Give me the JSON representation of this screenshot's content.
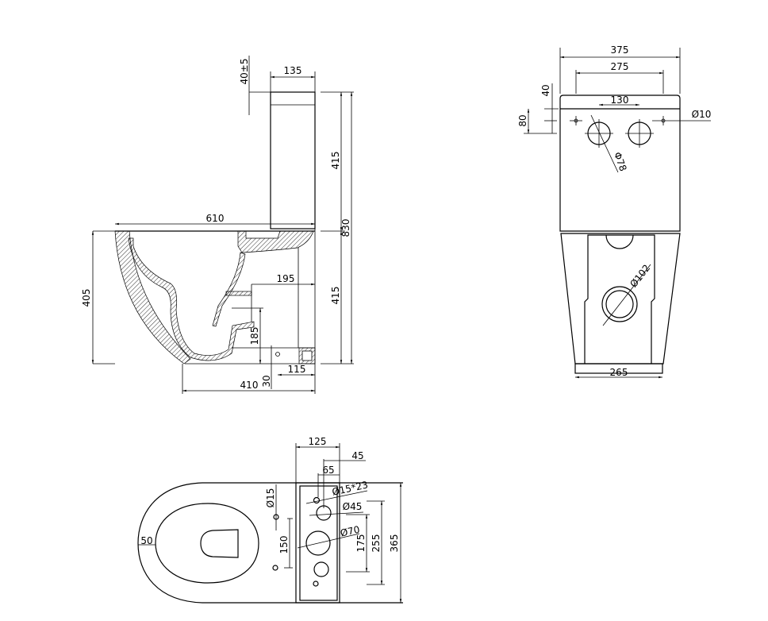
{
  "side_view": {
    "dims": {
      "tank_lid": "40±5",
      "tank_depth": "135",
      "overall_length": "610",
      "tank_height": "415",
      "overall_height": "830",
      "pan_height_right": "415",
      "pan_height": "405",
      "inlet_offset": "195",
      "outlet_height": "185",
      "fix_height": "30",
      "fix_offset": "115",
      "base_length": "410"
    }
  },
  "front_view": {
    "dims": {
      "tank_width": "375",
      "fixing_span": "275",
      "hole_centres": "130",
      "fixing_hole": "Ø10",
      "button_hole": "Φ78",
      "lid_depth": "40",
      "hole_height": "80",
      "outlet": "Ø102",
      "base_width": "265"
    }
  },
  "top_view": {
    "dims": {
      "tank_depth": "125",
      "offset_45": "45",
      "offset_65": "65",
      "slot": "Ø15*23",
      "fixing_left": "Ø15",
      "inlet": "Ø45",
      "flush_valve": "Ø70",
      "fix_spacing": "150",
      "rim": "50",
      "d175": "175",
      "d255": "255",
      "overall_width": "365"
    }
  }
}
